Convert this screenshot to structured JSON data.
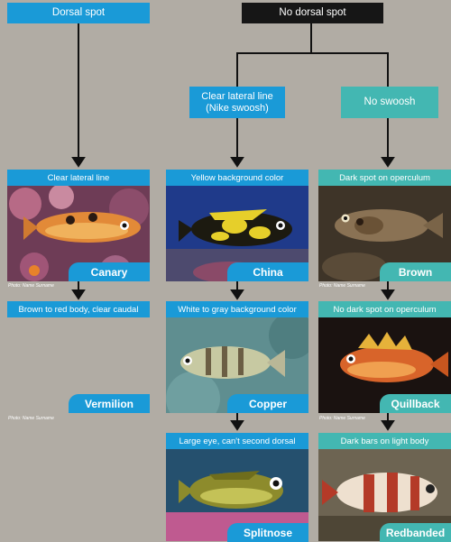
{
  "top": {
    "dorsal": "Dorsal spot",
    "no_dorsal": "No dorsal spot"
  },
  "branches": {
    "lateral": "Clear lateral line\n(Nike swoosh)",
    "no_swoosh": "No swoosh"
  },
  "left": {
    "header1": "Clear lateral line",
    "name1": "Canary",
    "credit1": "Photo: Name Surname",
    "header2": "Brown to red body, clear caudal",
    "name2": "Vermilion",
    "credit2": "Photo: Name Surname"
  },
  "middle": {
    "header1": "Yellow background color",
    "name1": "China",
    "header2": "White to gray background color",
    "name2": "Copper",
    "header3": "Large eye, can't second dorsal",
    "name3": "Splitnose"
  },
  "right": {
    "header1": "Dark spot on operculum",
    "name1": "Brown",
    "credit1": "Photo: Name Surname",
    "header2": "No dark spot on operculum",
    "name2": "Quillback",
    "credit2": "Photo: Name Surname",
    "header3": "Dark bars on light body",
    "name3": "Redbanded"
  },
  "colors": {
    "blue": "#1a9ad7",
    "teal": "#43b7b2",
    "dark": "#161616",
    "background": "#b1aca4"
  }
}
